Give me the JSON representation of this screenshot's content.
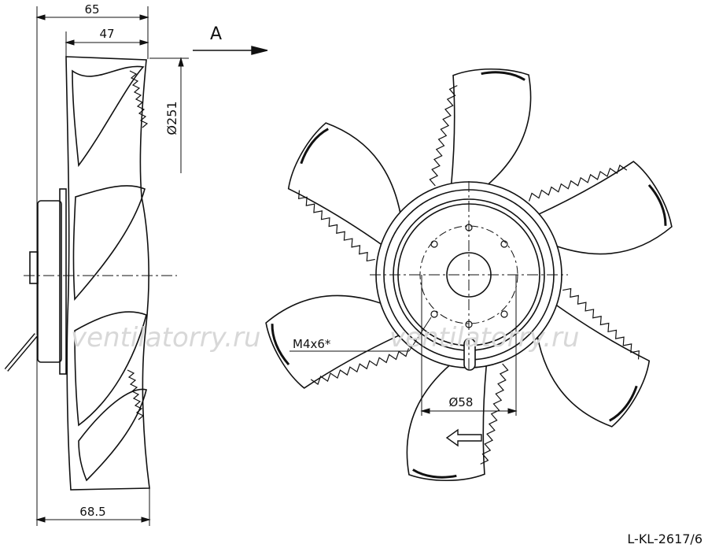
{
  "dimensions": {
    "overall_width": "65",
    "hub_width": "47",
    "blade_diameter": "Ø251",
    "bottom_width": "68.5",
    "hub_bore": "Ø58",
    "mounting_thread": "M4x6*"
  },
  "view": {
    "arrow_label": "A"
  },
  "watermark": "ventilatorry.ru",
  "drawing_code": "L-KL-2617/6"
}
